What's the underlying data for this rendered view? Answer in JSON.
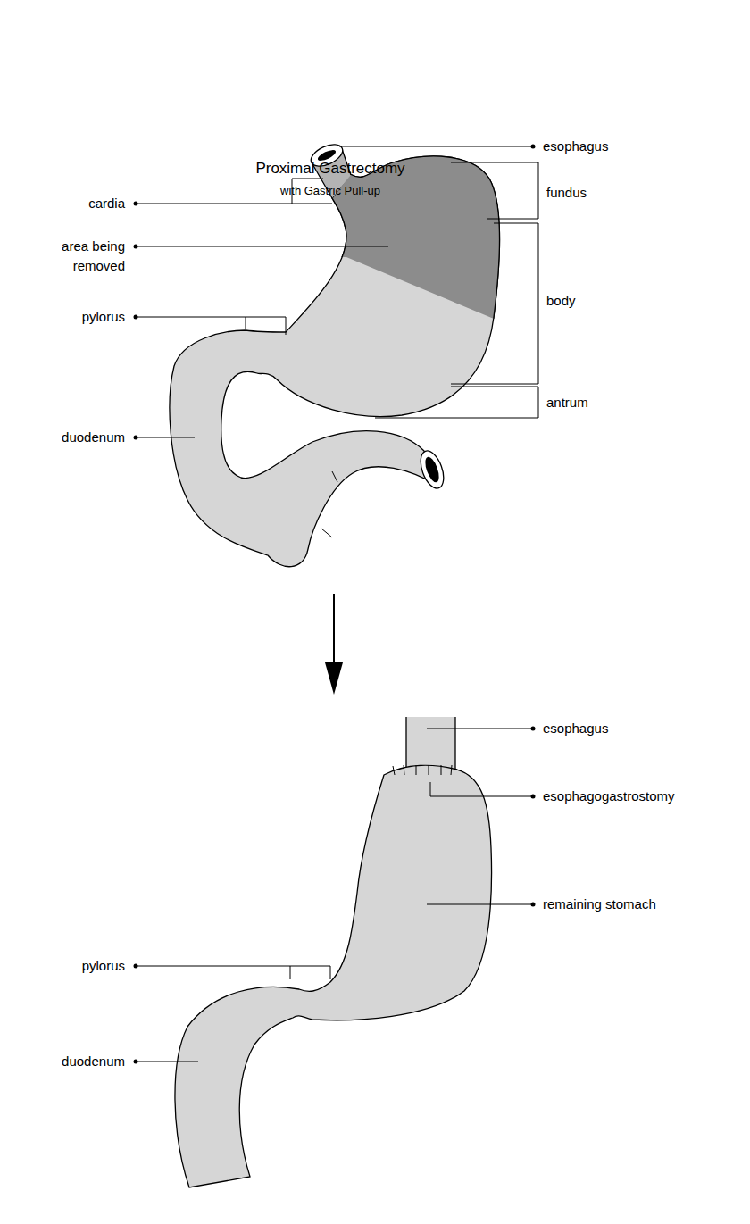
{
  "diagram": {
    "title": "Proximal Gastrectomy",
    "labels": [
      "with Gastric Pull-up",
      "esophagus",
      "cardia",
      "fundus",
      "area being removed",
      "body",
      "pylorus",
      "antrum",
      "duodenum",
      "esophagus",
      "esophagogastrostomy",
      "remaining stomach",
      "pylorus",
      "duodenum"
    ]
  }
}
